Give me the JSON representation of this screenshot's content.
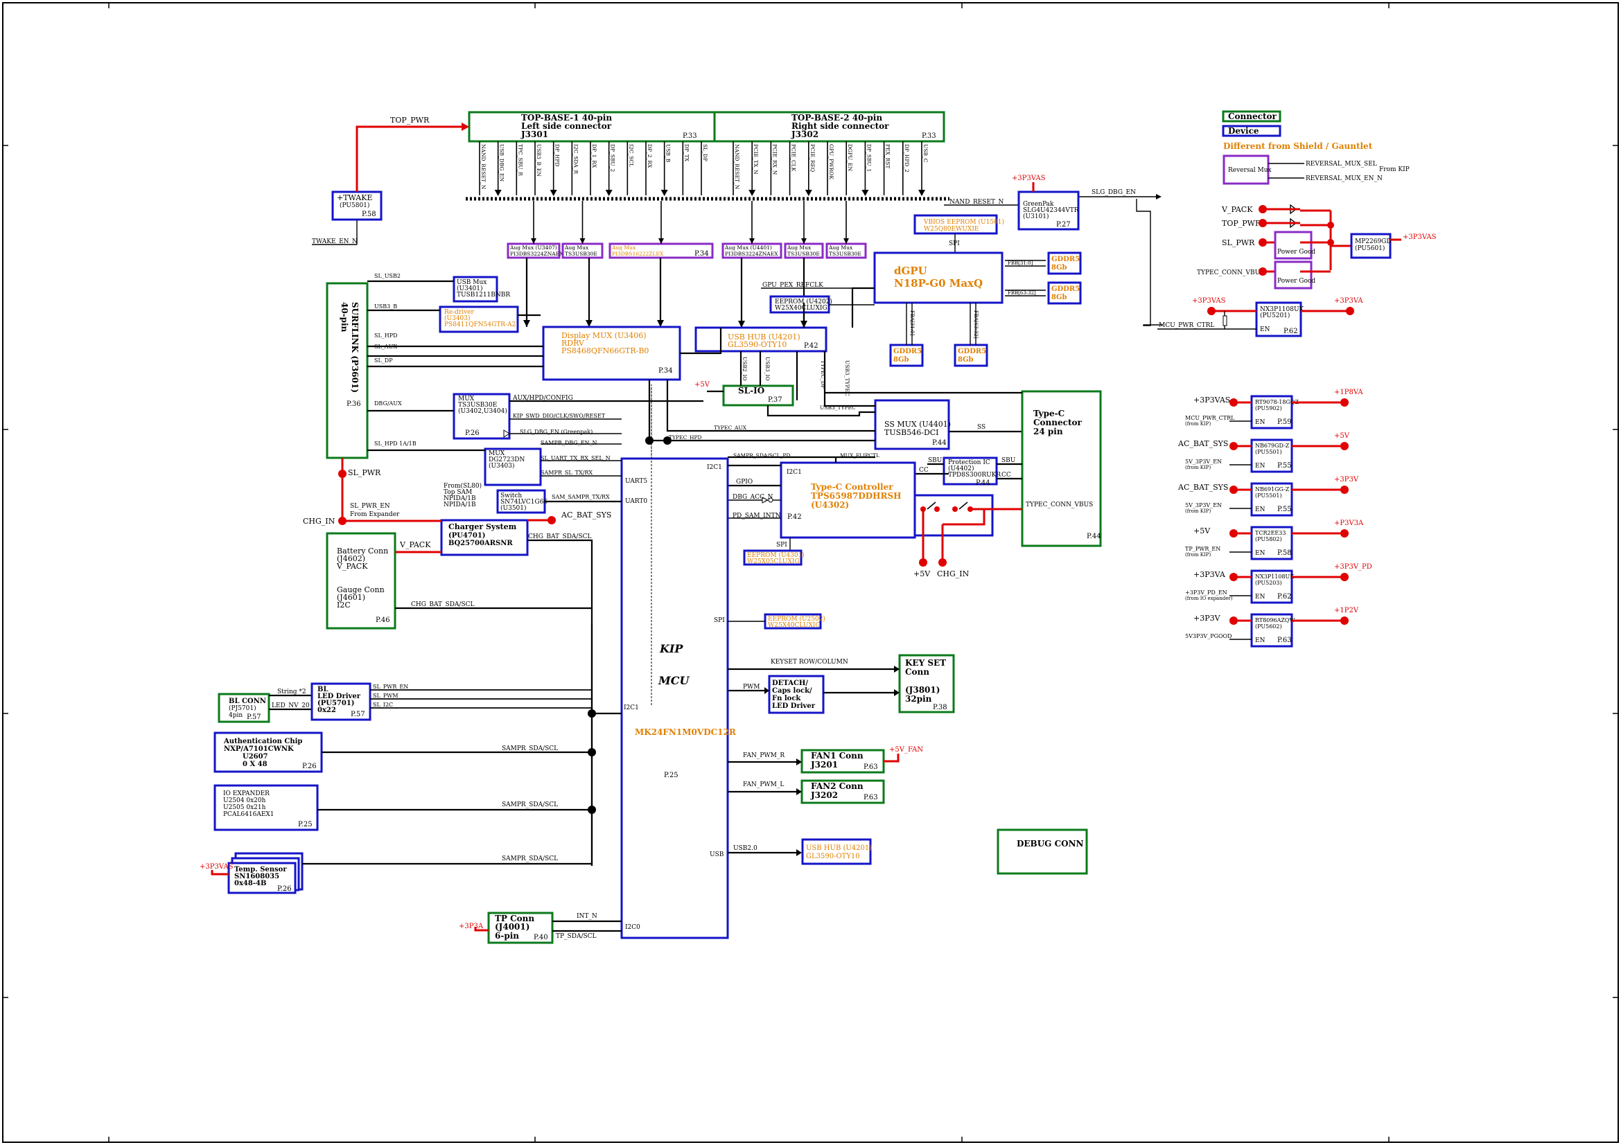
{
  "legend": {
    "connector": "Connector",
    "device": "Device",
    "different": "Different from Shield / Gauntlet",
    "reversal_mux": "Reversal Mux",
    "reversal_sel": "REVERSAL_MUX_SEL",
    "reversal_en": "REVERSAL_MUX_EN_N",
    "from_kip": "From KIP"
  },
  "top_base_1": {
    "title": "TOP-BASE-1   40-pin",
    "sub": "Left side connector",
    "ref": "J3301",
    "page": "P.33"
  },
  "top_base_2": {
    "title": "TOP-BASE-2   40-pin",
    "sub": "Right side connector",
    "ref": "J3302",
    "page": "P.33"
  },
  "top_pwr": "TOP_PWR",
  "twake": {
    "name": "+TWAKE",
    "ref": "(PU5801)",
    "page": "P.58",
    "en": "TWAKE_EN_N"
  },
  "tb1_pins": [
    "NAND_RESET_N",
    "USB_DBG_EN",
    "TPC_SBU_R",
    "USB3_B_EN",
    "DP_HPD",
    "I2C_SDA_R",
    "DP_1_RX",
    "DP_SBU_2",
    "I2C_SCL",
    "DP_2_RX",
    "USB_B",
    "DP_TX",
    "SL_DP"
  ],
  "tb2_pins": [
    "NAND_RESET_N",
    "PCIE_TX_N",
    "PCIE_RX_N",
    "PCIE_CLK",
    "PCIE_REQ",
    "GPU_PWROK",
    "DGPU_EN",
    "DP_SBU_1",
    "PEX_RST",
    "DP_HPD_2",
    "USB_C"
  ],
  "nand_reset": "NAND_RESET_N",
  "slg_dbg": "SLG_DBG_EN",
  "mux_chips": [
    {
      "name": "Aug Mux (U3407)",
      "part": "PI3DBS3224ZNAEX"
    },
    {
      "name": "Aug Mux",
      "part": "TS3USB30E"
    },
    {
      "name": "Aug Mux",
      "part": "PI3DBS16222ZLEX",
      "page": "P.34"
    },
    {
      "name": "Aug Mux (U4401)",
      "part": "PI3DBS3224ZNAEX"
    },
    {
      "name": "Aug Mux",
      "part": "TS3USB30E"
    },
    {
      "name": "Aug Mux",
      "part": "TS3USB30E"
    }
  ],
  "vbios": {
    "name": "VBIOS EEPROM (U1501)",
    "part": "W25Q80EWUXIE"
  },
  "greenpak": {
    "name": "GreenPak",
    "part": "SLG4U42344VTR",
    "ref": "(U3101)",
    "page": "P.27"
  },
  "dgpu": {
    "name": "dGPU",
    "part": "N18P-G0 MaxQ",
    "spi": "SPI",
    "clk": "GPU_PEX_REFCLK"
  },
  "gddr": [
    {
      "a": "GDDR5",
      "b": "8Gb",
      "bus": "FBB[31:0]"
    },
    {
      "a": "GDDR5",
      "b": "8Gb",
      "bus": "FBB[63:32]"
    },
    {
      "a": "GDDR5",
      "b": "8Gb",
      "bus": "FBA[31:0]"
    },
    {
      "a": "GDDR5",
      "b": "8Gb",
      "bus": "FBA[63:32]"
    }
  ],
  "eeprom_gpu": {
    "name": "EEPROM (U4202)",
    "part": "W25X40CLUXIG"
  },
  "usb_hub_top": {
    "name": "USB HUB (U4201)",
    "part": "GL3590-OTY10",
    "page": "P.42"
  },
  "usb_hub_bottom": {
    "name": "USB HUB (U4201)",
    "part": "GL3590-OTY10"
  },
  "surflink": {
    "name": "SURFLINK (P3601)",
    "pins": "40-pin",
    "page": "P.36"
  },
  "surflink_sigs": [
    "SL_USB2",
    "USB3_B",
    "SL_HPD",
    "SL_AUX",
    "SL_DP",
    "DBG/AUX",
    "SL_HPD 1A/1B",
    "SL_PWR"
  ],
  "usb_mux": {
    "name": "USB Mux",
    "ref": "(U3401)",
    "part": "TUSB1211BNBR"
  },
  "redriver": {
    "name": "Re-driver",
    "ref": "(U3403)",
    "part": "PS8411QFN54GTR-A2"
  },
  "display_mux": {
    "name": "Display MUX (U3406)",
    "part": "RDRV",
    "part2": "PS8468QFN66GTR-B0",
    "page": "P.34"
  },
  "mux_aux": {
    "name": "MUX",
    "part": "TS3USB30E",
    "ref": "(U3402,U3404)",
    "page": "P.26",
    "sig": "AUX/HPD/CONFIG"
  },
  "mux_uart": {
    "name": "MUX",
    "part": "DG2723DN",
    "ref": "(U3403)"
  },
  "kip_sigs": [
    "KIP_SWD_DIO/CLK/SWO/RESET",
    "SLG_DBG_EN (Greenpak)",
    "SAMPR_DBG_EN_N",
    "SL_UART_TX_RX_SEL_N",
    "SAMPR_SL_TX/RX",
    "SAM_SAMPR_TX/RX",
    "UART5",
    "UART0"
  ],
  "switch": {
    "from": "From(SL80)",
    "top": "Top SAM",
    "b": "NPIDA/1B",
    "b2": "NPIDA/1B",
    "name": "Switch",
    "part": "SN74LVC1G66",
    "ref": "(U3501)"
  },
  "sl_io": {
    "name": "SL-IO",
    "page": "P.37",
    "vin": "+5V"
  },
  "usb_sigs": [
    "USB2_IO",
    "USB3_IO",
    "TYPEC_DP",
    "USB3_TYPEC",
    "USB3_TYPEC",
    "TYPEC_AUX",
    "TYPEC_HPD",
    "SAMPR_SDA/SCL_PD",
    "MUX_FLIPCTL"
  ],
  "ss_mux": {
    "name": "SS MUX (U4401)",
    "part": "TUSB546-DCI",
    "page": "P.44",
    "ss": "SS"
  },
  "typec_conn": {
    "name": "Type-C",
    "sub": "Connector",
    "pins": "24 pin",
    "page": "P.44",
    "vbus": "TYPEC_CONN_VBUS"
  },
  "sbu_mux": {
    "name": "Protection IC",
    "ref": "(U4402)",
    "part": "TPD8S300RUKR",
    "page": "P.44",
    "sbu": "SBU",
    "cc": "CC"
  },
  "typec_ctrl": {
    "name": "Type-C Controller",
    "part": "TPS65987DDHRSH",
    "ref": "(U4302)",
    "page": "P.42",
    "i2c": "I2C1",
    "gpio": "GPIO",
    "dbg": "DBG_ACC_N",
    "pd": "PD_SAM_INTN",
    "spi": "SPI"
  },
  "ctrl_eeprom": {
    "name": "EEPROM (U4301)",
    "part": "W25X05CLUXIG"
  },
  "mcu": {
    "name": "KIP",
    "name2": "MCU",
    "part": "MK24FN1M0VDC12R",
    "page": "P.25",
    "i2c1": "I2C1",
    "uart5": "UART5",
    "uart0": "UART0",
    "i2c_l": "I2C1",
    "spi": "SPI",
    "pwm": "PWM",
    "usb": "USB",
    "i2c0": "I2C0"
  },
  "mcu_eeprom": {
    "name": "EEPROM (U2502)",
    "part": "W25X40CLUXIG"
  },
  "charger": {
    "name": "Charger System",
    "ref": "(PU4701)",
    "part": "BQ25700ARSNR",
    "sig": "CHG_BAT_SDA/SCL",
    "vpack": "V_PACK"
  },
  "battery": {
    "line1": "Battery Conn",
    "line2": "(J4602)",
    "line3": "V_PACK",
    "line4": "Gauge Conn",
    "line5": "(J4601)",
    "line6": "I2C",
    "page": "P.46",
    "sig": "CHG_BAT_SDA/SCL"
  },
  "power_sigs": {
    "sl_pwr": "SL_PWR",
    "sl_pwr_en": "SL_PWR_EN",
    "from_exp": "From Expander",
    "chg_in": "CHG_IN",
    "ac_bat": "AC_BAT_SYS",
    "plus5": "+5V",
    "chg_in2": "CHG_IN"
  },
  "bl_conn": {
    "name": "BL CONN",
    "ref": "(PJ5701)",
    "pins": "4pin",
    "page": "P.57",
    "string": "String *2",
    "led": "LED_NV_20"
  },
  "led_driver": {
    "name": "BL",
    "name2": "LED Driver",
    "ref": "(PU5701)",
    "addr": "0x22",
    "page": "P.57",
    "sigs": [
      "SL_PWR_EN",
      "SL_PWM",
      "SL_I2C"
    ]
  },
  "auth": {
    "name": "Authentication Chip",
    "part": "NXP/A7101CWNK",
    "ref": "U2607",
    "addr": "0 X 48",
    "page": "P.26",
    "sig": "SAMPR_SDA/SCL"
  },
  "io_exp": {
    "name": "IO EXPANDER",
    "l1": "U2504  0x20h",
    "l2": "U2505  0x21h",
    "l3": "PCAL6416AEX1",
    "page": "P.25",
    "sig": "SAMPR_SDA/SCL"
  },
  "temp": {
    "name": "Temp. Sensor",
    "part": "SN1608035",
    "addr": "0x48-4B",
    "page": "P.26",
    "vin": "+3P3VAS",
    "sig": "SAMPR_SDA/SCL"
  },
  "tp_conn": {
    "name": "TP Conn",
    "ref": "(J4001)",
    "pins": "6-pin",
    "page": "P.40",
    "vin": "+3P3A",
    "int": "INT_N",
    "sda": "TP_SDA/SCL"
  },
  "keyset": {
    "name": "KEY SET",
    "sub": "Conn",
    "ref": "(J3801)",
    "pins": "32pin",
    "page": "P.38",
    "sig": "KEYSET ROW/COLUMN"
  },
  "detach": {
    "l1": "DETACH/",
    "l2": "Caps lock/",
    "l3": "Fn lock",
    "l4": "LED Driver"
  },
  "fan1": {
    "name": "FAN1 Conn",
    "ref": "J3201",
    "page": "P.63",
    "sig": "FAN_PWM_R",
    "vin": "+5V_FAN"
  },
  "fan2": {
    "name": "FAN2 Conn",
    "ref": "J3202",
    "page": "P.63",
    "sig": "FAN_PWM_L"
  },
  "usb20": "USB2.0",
  "debug": "DEBUG CONN",
  "right_power": {
    "inputs": [
      "V_PACK",
      "TOP_PWR",
      "SL_PWR",
      "TYPEC_CONN_VBUS"
    ],
    "power_good": "Power Good",
    "mp": {
      "name": "MP2269GD",
      "ref": "(PU5601)",
      "out": "+3P3VAS"
    },
    "nx1": {
      "name": "NX3P1108UK",
      "ref": "(PU5201)",
      "en": "EN",
      "page": "P.62",
      "vin": "+3P3VAS",
      "vout": "+3P3VA",
      "ctrl": "MCU_PWR_CTRL"
    },
    "regs": [
      {
        "vin": "+3P3VAS",
        "name": "RT9078-18GQZ",
        "ref": "(PU5902)",
        "page": "P.59",
        "vout": "+1P8VA",
        "en_sig": "MCU_PWR_CTRL",
        "en_from": "(from KIP)"
      },
      {
        "vin": "AC_BAT_SYS",
        "name": "NB679GD-Z",
        "ref": "(PU5501)",
        "page": "P.55",
        "vout": "+5V",
        "en_sig": "5V_3P3V_EN",
        "en_from": "(from KIP)"
      },
      {
        "vin": "AC_BAT_SYS",
        "name": "NB691GG-Z",
        "ref": "(PU5501)",
        "page": "P.55",
        "vout": "+3P3V",
        "en_sig": "5V_3P3V_EN",
        "en_from": "(from KIP)"
      },
      {
        "vin": "+5V",
        "name": "TCR2EE33",
        "ref": "(PU5802)",
        "page": "P.58",
        "vout": "+P3V3A",
        "en_sig": "TP_PWR_EN",
        "en_from": "(from KIP)"
      },
      {
        "vin": "+3P3VA",
        "name": "NX3P1108UK",
        "ref": "(PU5203)",
        "page": "P.62",
        "vout": "+3P3V_PD",
        "en_sig": "+3P3V_PD_EN",
        "en_from": "(from IO expander)"
      },
      {
        "vin": "+3P3V",
        "name": "RT8096AZQW",
        "ref": "(PU5602)",
        "page": "P.63",
        "vout": "+1P2V",
        "en_sig": "5V3P3V_PGOOD",
        "en_from": ""
      }
    ],
    "en": "EN",
    "gp_v": "+3P3VAS"
  }
}
